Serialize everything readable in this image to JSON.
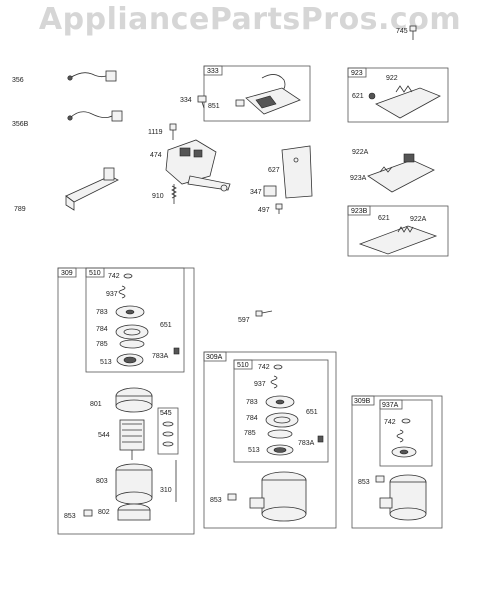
{
  "watermark": "AppliancePartsPros.com",
  "parts": {
    "p356": "356",
    "p356B": "356B",
    "p789": "789",
    "p334": "334",
    "p851": "851",
    "p1119": "1119",
    "p474": "474",
    "p910": "910",
    "p627": "627",
    "p347": "347",
    "p497": "497",
    "p745": "745",
    "p922": "922",
    "p621a": "621",
    "p922A": "922A",
    "p923A": "923A",
    "p621b": "621",
    "p922Ab": "922A",
    "p597": "597",
    "p742a": "742",
    "p937a": "937",
    "p783a": "783",
    "p784a": "784",
    "p651a": "651",
    "p785a": "785",
    "p513a": "513",
    "p783Aa": "783A",
    "p801": "801",
    "p544": "544",
    "p803": "803",
    "p310": "310",
    "p853a": "853",
    "p802": "802",
    "p742b": "742",
    "p937b": "937",
    "p783b": "783",
    "p784b": "784",
    "p651b": "651",
    "p785b": "785",
    "p513b": "513",
    "p783Ab": "783A",
    "p853b": "853",
    "p742c": "742",
    "p853c": "853"
  },
  "boxes": {
    "b333": "333",
    "b923": "923",
    "b923B": "923B",
    "b309": "309",
    "b510a": "510",
    "b545": "545",
    "b309A": "309A",
    "b510b": "510",
    "b309B": "309B",
    "b937A": "937A"
  }
}
